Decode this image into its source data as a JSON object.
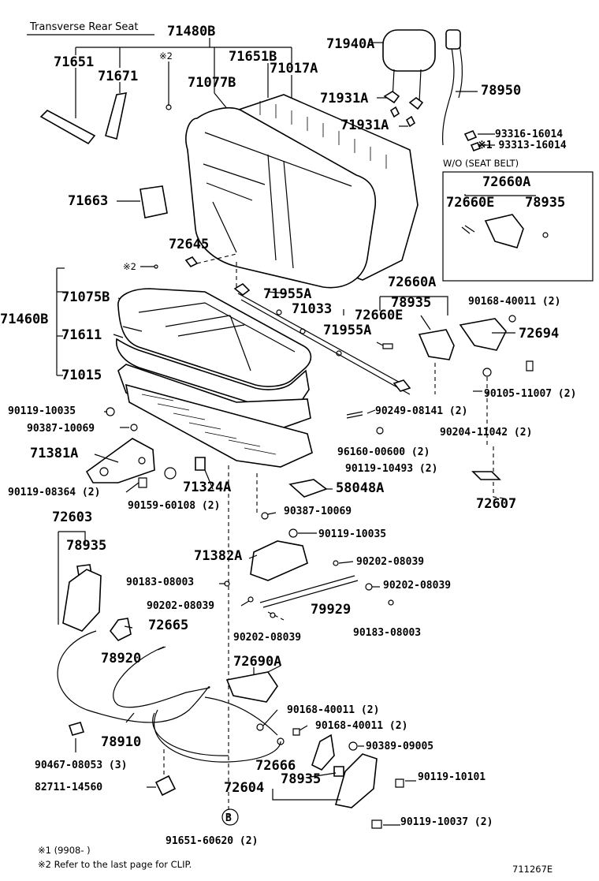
{
  "title": "Transverse Rear Seat",
  "diagram_code": "711267E",
  "notes": {
    "note1": "※1  (9908-    )",
    "note2": "※2  Refer to the last page for CLIP."
  },
  "box_label": "W/O (SEAT BELT)",
  "circle_label": "B",
  "labels": {
    "p71480B": "71480B",
    "p71651": "71651",
    "p71671": "71671",
    "m2a": "※2",
    "p71651B": "71651B",
    "p71077B": "71077B",
    "p71017A": "71017A",
    "p71940A": "71940A",
    "p71931A_1": "71931A",
    "p71931A_2": "71931A",
    "p78950": "78950",
    "p93316": "93316-16014",
    "p93313": "※1 93313-16014",
    "p72660A_box": "72660A",
    "p72660E_box": "72660E",
    "p78935_box": "78935",
    "p71663": "71663",
    "p72645": "72645",
    "m2b": "※2",
    "p72660A": "72660A",
    "p78935_b": "78935",
    "p71955A_1": "71955A",
    "p71033": "71033",
    "p72660E": "72660E",
    "p71955A_2": "71955A",
    "p90168a": "90168-40011 (2)",
    "p72694": "72694",
    "p71460B": "71460B",
    "p71075B": "71075B",
    "p71611": "71611",
    "p71015": "71015",
    "p90105": "90105-11007 (2)",
    "p90119_10035a": "90119-10035",
    "p90387a": "90387-10069",
    "p90249": "90249-08141 (2)",
    "p90204": "90204-11042 (2)",
    "p71381A": "71381A",
    "p96160": "96160-00600 (2)",
    "p90119_10493": "90119-10493 (2)",
    "p90119_08364": "90119-08364 (2)",
    "p71324A": "71324A",
    "p58048A": "58048A",
    "p72607": "72607",
    "p90159": "90159-60108 (2)",
    "p72603": "72603",
    "p90387b": "90387-10069",
    "p78935_c": "78935",
    "p90119_10035b": "90119-10035",
    "p71382A": "71382A",
    "p90202a": "90202-08039",
    "p90183a": "90183-08003",
    "p90202b": "90202-08039",
    "p90202c": "90202-08039",
    "p79929": "79929",
    "p72665": "72665",
    "p90202d": "90202-08039",
    "p90183b": "90183-08003",
    "p78920": "78920",
    "p72690A": "72690A",
    "p90168b": "90168-40011 (2)",
    "p90168c": "90168-40011 (2)",
    "p78910": "78910",
    "p90389": "90389-09005",
    "p90467": "90467-08053 (3)",
    "p72666": "72666",
    "p78935_d": "78935",
    "p90119_10101": "90119-10101",
    "p82711": "82711-14560",
    "p72604": "72604",
    "p90119_10037": "90119-10037 (2)",
    "p91651": "91651-60620 (2)"
  }
}
